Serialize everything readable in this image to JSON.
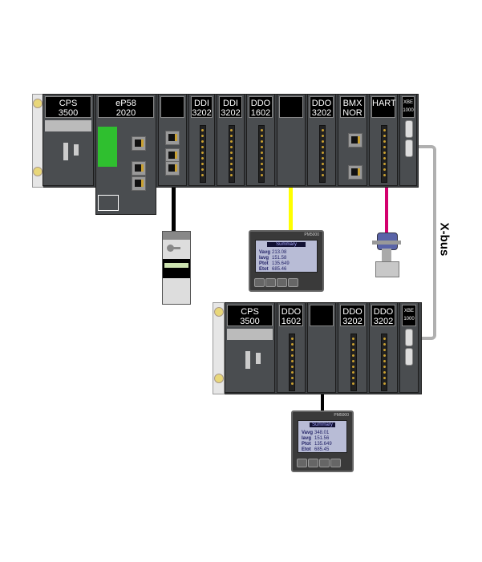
{
  "top_rack": {
    "modules": [
      {
        "label": "CPS\n3500"
      },
      {
        "label": "eP58\n2020"
      },
      {
        "label": ""
      },
      {
        "label": "DDI\n3202"
      },
      {
        "label": "DDI\n3202"
      },
      {
        "label": "DDO\n1602"
      },
      {
        "label": ""
      },
      {
        "label": "DDO\n3202"
      },
      {
        "label": "BMX\nNOR"
      },
      {
        "label": "HART"
      },
      {
        "label": "XBE\n1000"
      }
    ]
  },
  "bottom_rack": {
    "modules": [
      {
        "label": "CPS\n3500"
      },
      {
        "label": "DDO\n1602"
      },
      {
        "label": ""
      },
      {
        "label": "DDO\n3202"
      },
      {
        "label": "DDO\n3202"
      },
      {
        "label": "XBE\n1000"
      }
    ]
  },
  "meters": [
    {
      "brand": "PM5000",
      "title": "Summary",
      "rows": [
        {
          "k": "Vavg",
          "v": "213.08"
        },
        {
          "k": "Iavg",
          "v": "151.58"
        },
        {
          "k": "Ptot",
          "v": "135.649"
        },
        {
          "k": "Etot",
          "v": "685.46"
        }
      ]
    },
    {
      "brand": "PM5000",
      "title": "Summary",
      "rows": [
        {
          "k": "Vavg",
          "v": "348.01"
        },
        {
          "k": "Iavg",
          "v": "151.56"
        },
        {
          "k": "Ptot",
          "v": "135.649"
        },
        {
          "k": "Etot",
          "v": "685.45"
        }
      ]
    }
  ],
  "bus_label": "X-bus",
  "colors": {
    "yellow_cable": "#ffff00",
    "hart_cable": "#d4006e",
    "xbus_cable": "#b0b0b0",
    "ethernet_cable": "#000000"
  }
}
